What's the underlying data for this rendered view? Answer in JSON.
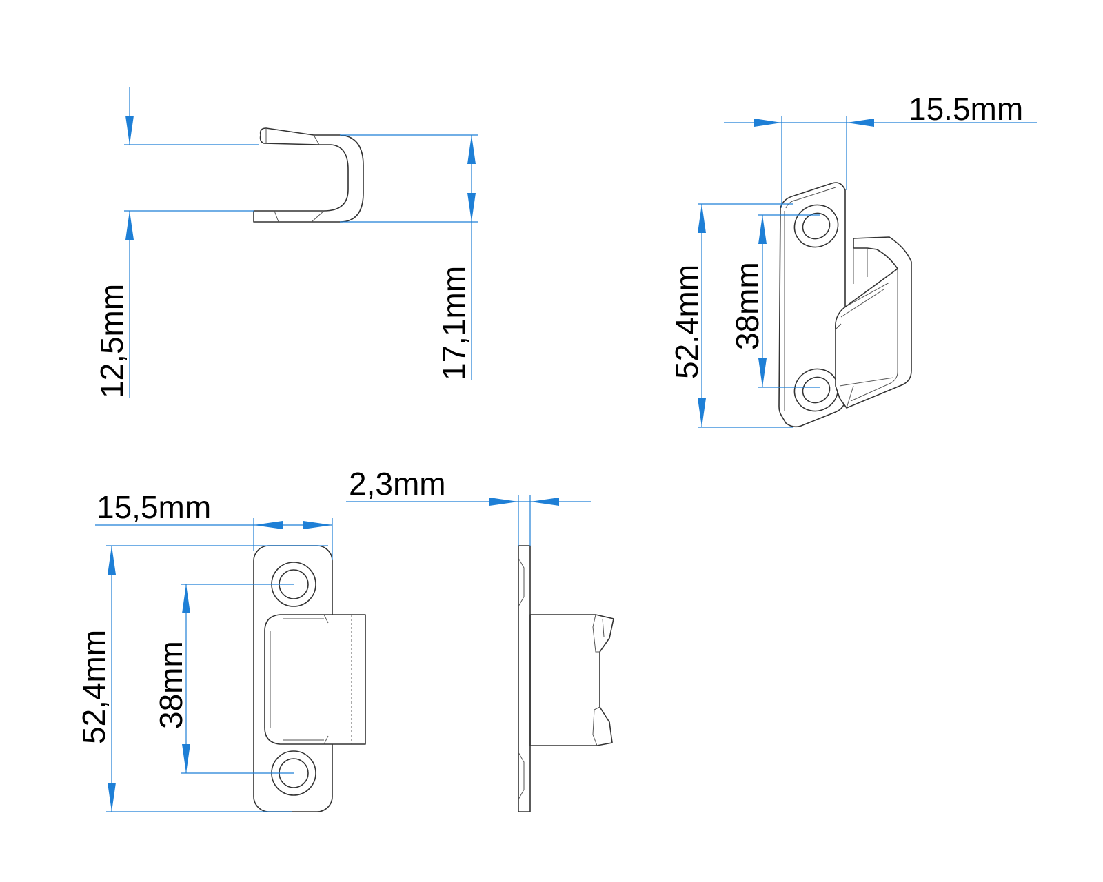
{
  "colors": {
    "dimension_line": "#1e7fd6",
    "part_outline": "#333333",
    "text": "#000000",
    "background": "#ffffff"
  },
  "dimensions": {
    "side_view_upper_gap": "12,5mm",
    "side_view_height": "17,1mm",
    "iso_view_width": "15.5mm",
    "iso_view_length": "52.4mm",
    "iso_view_hole_spacing": "38mm",
    "front_view_width": "15,5mm",
    "front_view_length": "52,4mm",
    "front_view_hole_spacing": "38mm",
    "edge_view_thickness": "2,3mm"
  }
}
